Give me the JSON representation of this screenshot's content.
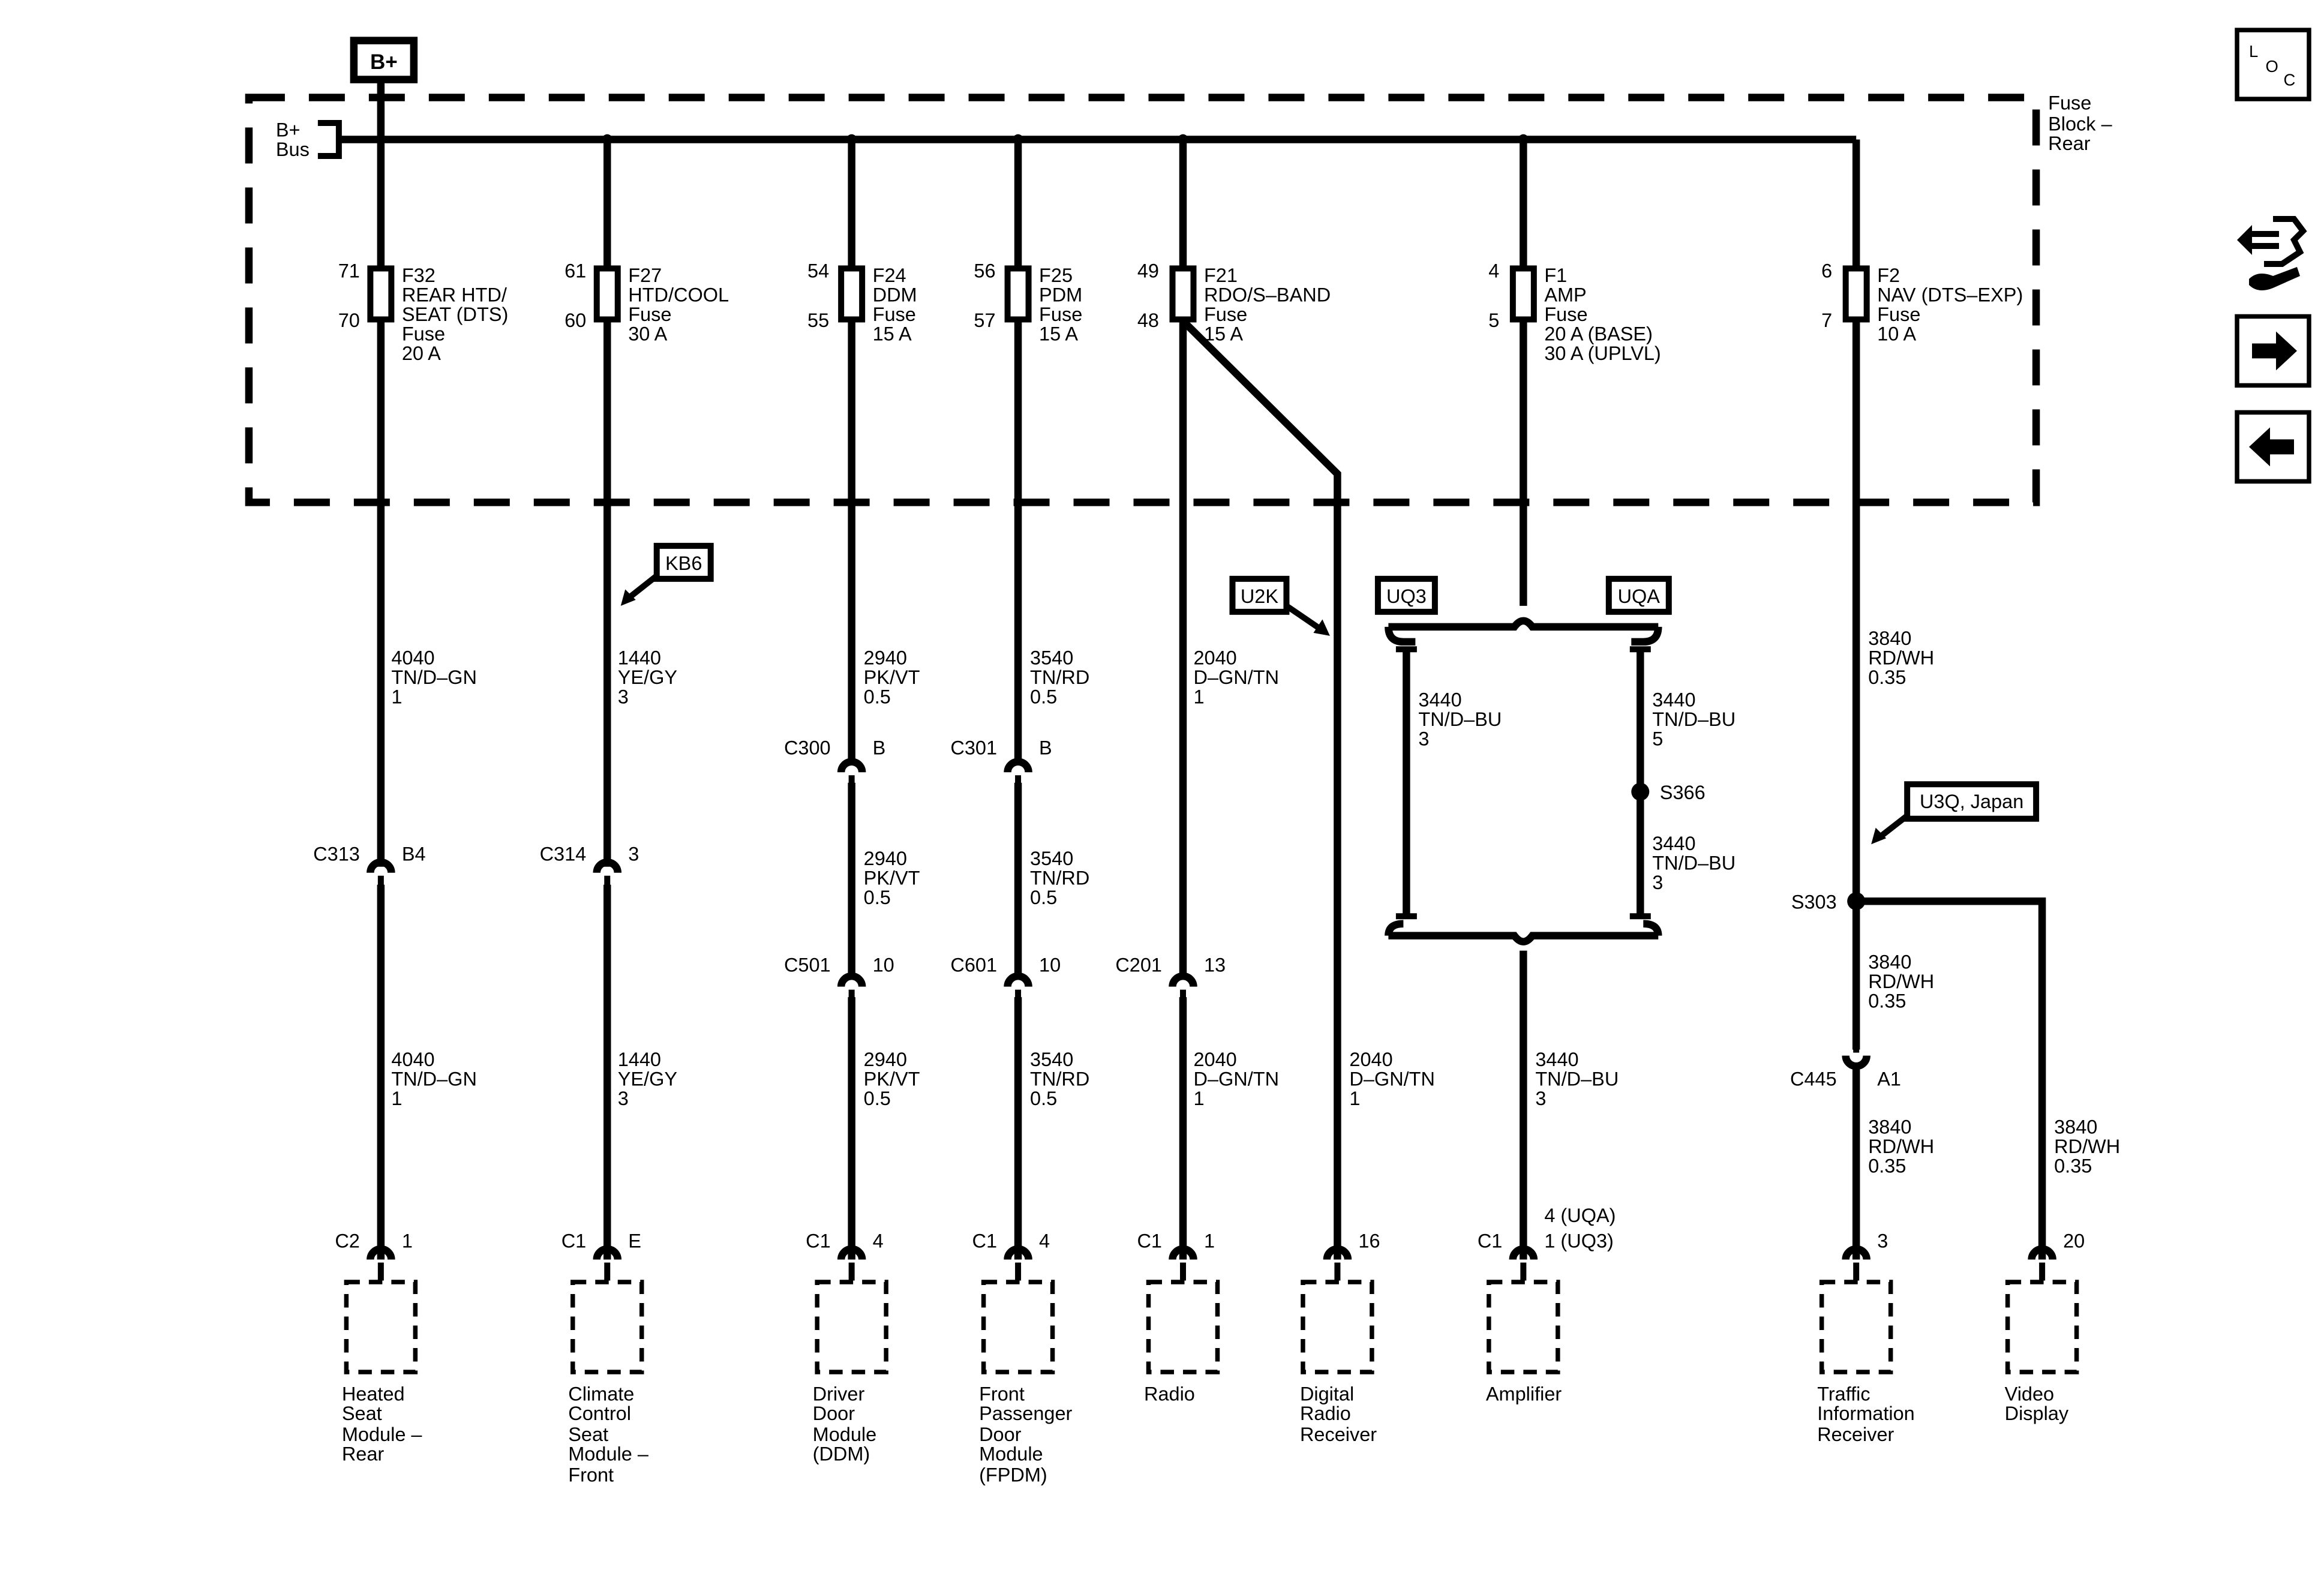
{
  "power": {
    "label": "B+"
  },
  "bus": {
    "label_1": "B+",
    "label_2": "Bus"
  },
  "fuse_block": {
    "line_1": "Fuse",
    "line_2": "Block –",
    "line_3": "Rear"
  },
  "loc_button": {
    "l": "L",
    "o": "O",
    "c": "C"
  },
  "fuses": [
    {
      "in_pin": "71",
      "out_pin": "70",
      "name": "F32",
      "line_2": "REAR HTD/",
      "line_3": "SEAT (DTS)",
      "line_4": "Fuse",
      "line_5": "20 A"
    },
    {
      "in_pin": "61",
      "out_pin": "60",
      "name": "F27",
      "line_2": "HTD/COOL",
      "line_3": "Fuse",
      "line_4": "30 A",
      "line_5": ""
    },
    {
      "in_pin": "54",
      "out_pin": "55",
      "name": "F24",
      "line_2": "DDM",
      "line_3": "Fuse",
      "line_4": "15 A",
      "line_5": ""
    },
    {
      "in_pin": "56",
      "out_pin": "57",
      "name": "F25",
      "line_2": "PDM",
      "line_3": "Fuse",
      "line_4": "15 A",
      "line_5": ""
    },
    {
      "in_pin": "49",
      "out_pin": "48",
      "name": "F21",
      "line_2": "RDO/S–BAND",
      "line_3": "Fuse",
      "line_4": "15 A",
      "line_5": ""
    },
    {
      "in_pin": "4",
      "out_pin": "5",
      "name": "F1",
      "line_2": "AMP",
      "line_3": "Fuse",
      "line_4": "20 A (BASE)",
      "line_5": "30 A (UPLVL)"
    },
    {
      "in_pin": "6",
      "out_pin": "7",
      "name": "F2",
      "line_2": "NAV (DTS–EXP)",
      "line_3": "Fuse",
      "line_4": "10 A",
      "line_5": ""
    }
  ],
  "options": {
    "kb6": "KB6",
    "u2k": "U2K",
    "uq3": "UQ3",
    "uqa": "UQA",
    "u3q": "U3Q, Japan"
  },
  "wires": {
    "w4040": {
      "circuit": "4040",
      "color": "TN/D–GN",
      "size": "1"
    },
    "w1440": {
      "circuit": "1440",
      "color": "YE/GY",
      "size": "3"
    },
    "w2940": {
      "circuit": "2940",
      "color": "PK/VT",
      "size": "0.5"
    },
    "w3540": {
      "circuit": "3540",
      "color": "TN/RD",
      "size": "0.5"
    },
    "w2040": {
      "circuit": "2040",
      "color": "D–GN/TN",
      "size": "1"
    },
    "w3440_3": {
      "circuit": "3440",
      "color": "TN/D–BU",
      "size": "3"
    },
    "w3440_5": {
      "circuit": "3440",
      "color": "TN/D–BU",
      "size": "5"
    },
    "w3840": {
      "circuit": "3840",
      "color": "RD/WH",
      "size": "0.35"
    }
  },
  "connectors": {
    "c313": {
      "name": "C313",
      "pin": "B4"
    },
    "c314": {
      "name": "C314",
      "pin": "3"
    },
    "c300": {
      "name": "C300",
      "pin": "B"
    },
    "c301": {
      "name": "C301",
      "pin": "B"
    },
    "c501": {
      "name": "C501",
      "pin": "10"
    },
    "c601": {
      "name": "C601",
      "pin": "10"
    },
    "c201": {
      "name": "C201",
      "pin": "13"
    },
    "c445": {
      "name": "C445",
      "pin": "A1"
    }
  },
  "splices": {
    "s366": "S366",
    "s303": "S303"
  },
  "modules": [
    {
      "conn": "C2",
      "pin": "1",
      "lines": [
        "Heated",
        "Seat",
        "Module –",
        "Rear",
        ""
      ]
    },
    {
      "conn": "C1",
      "pin": "E",
      "lines": [
        "Climate",
        "Control",
        "Seat",
        "Module –",
        "Front"
      ]
    },
    {
      "conn": "C1",
      "pin": "4",
      "lines": [
        "Driver",
        "Door",
        "Module",
        "(DDM)",
        ""
      ]
    },
    {
      "conn": "C1",
      "pin": "4",
      "lines": [
        "Front",
        "Passenger",
        "Door",
        "Module",
        "(FPDM)"
      ]
    },
    {
      "conn": "C1",
      "pin": "1",
      "lines": [
        "Radio",
        "",
        "",
        "",
        ""
      ]
    },
    {
      "conn": "",
      "pin": "16",
      "lines": [
        "Digital",
        "Radio",
        "Receiver",
        "",
        ""
      ]
    },
    {
      "conn": "C1",
      "pin": "4 (UQA)",
      "pin_2": "1 (UQ3)",
      "lines": [
        "Amplifier",
        "",
        "",
        "",
        ""
      ]
    },
    {
      "conn": "",
      "pin": "3",
      "lines": [
        "Traffic",
        "Information",
        "Receiver",
        "",
        ""
      ]
    },
    {
      "conn": "",
      "pin": "20",
      "lines": [
        "Video",
        "Display",
        "",
        "",
        ""
      ]
    }
  ]
}
